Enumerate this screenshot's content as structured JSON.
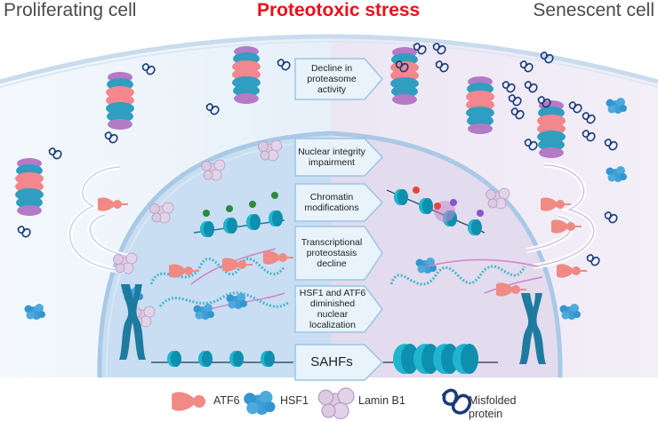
{
  "headers": {
    "left": "Proliferating cell",
    "center": "Proteotoxic stress",
    "right": "Senescent cell"
  },
  "steps": [
    {
      "label": "Decline in proteasome activity"
    },
    {
      "label": "Nuclear integrity impairment"
    },
    {
      "label": "Chromatin modifications"
    },
    {
      "label": "Transcriptional proteostasis decline"
    },
    {
      "label": "HSF1 and ATF6 diminished nuclear localization"
    },
    {
      "label": "SAHFs"
    }
  ],
  "legend": [
    {
      "label": "ATF6",
      "icon": "atf6-icon"
    },
    {
      "label": "HSF1",
      "icon": "hsf1-icon"
    },
    {
      "label": "Lamin B1",
      "icon": "lamin-b1-icon"
    },
    {
      "label": "Misfolded protein",
      "icon": "misfolded-protein-icon"
    }
  ],
  "colors": {
    "header_stress": "#e8101a",
    "proliferating_bg": "#eaf3fb",
    "senescent_bg": "#efe9f5",
    "nucleus_left": "#cfe3f4",
    "nucleus_right": "#e6def0",
    "arrow_fill": "#e9f3fb",
    "arrow_stroke": "#9cc5e6",
    "proteasome_teal": "#2f9ec1",
    "proteasome_pink": "#f4868e",
    "proteasome_purple": "#b075c2",
    "atf6": "#f08a84",
    "hsf1": "#3d9fd6",
    "lamin_b1": "#d9c7e0",
    "misfolded": "#173a7a",
    "chromosome": "#1f7aa0",
    "nucleosome": "#1fb5cf"
  }
}
